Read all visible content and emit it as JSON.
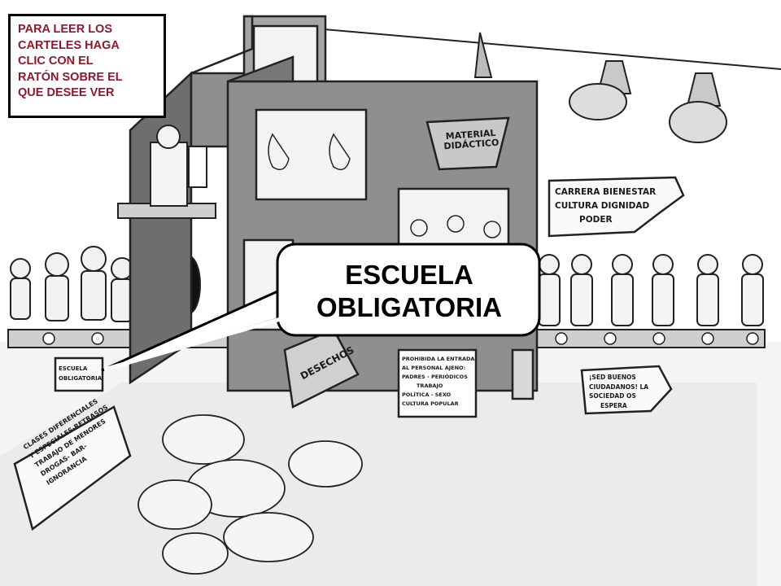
{
  "instruction": {
    "lines": [
      "PARA LEER LOS",
      "CARTELES HAGA",
      "CLIC CON EL",
      "RATÓN SOBRE EL",
      "QUE DESEE VER"
    ]
  },
  "bubble": {
    "lines": [
      "ESCUELA",
      "OBLIGATORIA"
    ]
  },
  "signs": {
    "material": [
      "MATERIAL",
      "DIDÁCTICO"
    ],
    "carrera": [
      "CARRERA BIENESTAR",
      "CULTURA DIGNIDAD",
      "PODER"
    ],
    "prohibida": [
      "PROHIBIDA LA ENTRADA",
      "AL PERSONAL AJENO:",
      "PADRES - PERIÓDICOS",
      "TRABAJO",
      "POLÍTICA - SEXO",
      "CULTURA POPULAR"
    ],
    "desechos": "DESECHOS",
    "escuela_small": [
      "ESCUELA",
      "OBLIGATORIA"
    ],
    "clases": [
      "CLASES DIFERENCIALES",
      "Y ESPECIALES-RETRASOS",
      "TRABAJO DE MENORES",
      "DROGAS- BAR-",
      "IGNORANCIA"
    ],
    "sed": [
      "¡SED BUENOS",
      "CIUDADANOS! LA",
      "SOCIEDAD OS",
      "ESPERA"
    ]
  },
  "colors": {
    "instruction_text": "#8b1a2f",
    "building": "#8f8f8f",
    "building_dark": "#5c5c5c",
    "ink": "#1a1a1a"
  }
}
